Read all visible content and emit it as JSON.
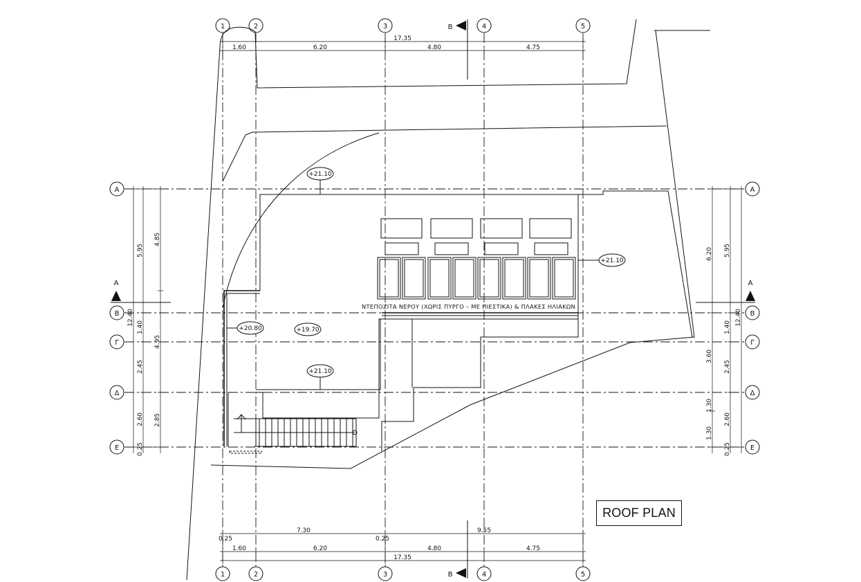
{
  "drawing": {
    "title": "ROOF PLAN",
    "grid_columns": [
      "1",
      "2",
      "3",
      "4",
      "5"
    ],
    "grid_rows": [
      "A",
      "B",
      "Γ",
      "Δ",
      "E"
    ],
    "section_marks": {
      "horizontal": "A",
      "vertical": "B"
    },
    "note": "ΝΤΕΠΟΖΙΤΑ ΝΕΡΟΥ (ΧΩΡΙΣ ΠΥΡΓΟ – ΜΕ ΠΙΕΣΤΙΚΑ) & ΠΛΑΚΕΣ ΗΛΙΑΚΩΝ",
    "levels": {
      "top": "+21.10",
      "right": "+21.10",
      "left": "+20.80",
      "center": "+19.70",
      "lower": "+21.10"
    },
    "dims_top": {
      "total": "17.35",
      "d1": "1.60",
      "d2": "6.20",
      "d3": "4.80",
      "d4": "4.75"
    },
    "dims_bottom": {
      "total": "17.35",
      "d1": "1.60",
      "d2": "6.20",
      "d3": "4.80",
      "d4": "4.75",
      "upper_a": "7.30",
      "upper_b": "9.55",
      "small_a": "0.25",
      "small_b": "0.25"
    },
    "dims_left": {
      "total": "12.40",
      "outer": [
        "5.95",
        "1.40",
        "2.45",
        "2.60",
        "0.25"
      ],
      "inner": [
        "4.85",
        "4.95",
        "2.85"
      ]
    },
    "dims_right": {
      "total": "12.40",
      "outer": [
        "5.95",
        "1.40",
        "2.45",
        "2.60",
        "0.25"
      ],
      "inner": [
        "6.20",
        "3.60",
        "1.30",
        "1.30"
      ]
    }
  }
}
